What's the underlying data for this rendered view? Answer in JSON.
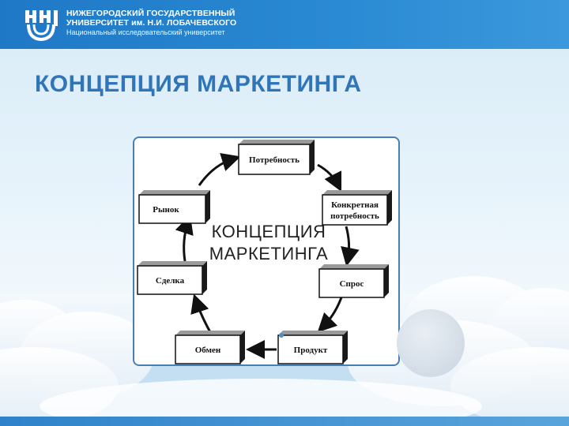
{
  "header": {
    "university_line1": "НИЖЕГОРОДСКИЙ ГОСУДАРСТВЕННЫЙ",
    "university_line2": "УНИВЕРСИТЕТ им. Н.И. ЛОБАЧЕВСКОГО",
    "university_line3": "Национальный исследовательский университет"
  },
  "slide": {
    "title": "КОНЦЕПЦИЯ МАРКЕТИНГА"
  },
  "diagram": {
    "center_line1": "КОНЦЕПЦИЯ",
    "center_line2": "МАРКЕТИНГА",
    "nodes": [
      {
        "id": "need",
        "lines": [
          "Потребность"
        ]
      },
      {
        "id": "specific_need",
        "lines": [
          "Конкретная",
          "потребность"
        ]
      },
      {
        "id": "demand",
        "lines": [
          "Спрос"
        ]
      },
      {
        "id": "product",
        "lines": [
          "Продукт"
        ]
      },
      {
        "id": "exchange",
        "lines": [
          "Обмен"
        ]
      },
      {
        "id": "deal",
        "lines": [
          "Сделка"
        ]
      },
      {
        "id": "market",
        "lines": [
          "Рынок"
        ]
      }
    ]
  },
  "colors": {
    "header_blue": "#1f78c6",
    "title_blue": "#3075b8",
    "frame_border": "#4a7fb6"
  }
}
